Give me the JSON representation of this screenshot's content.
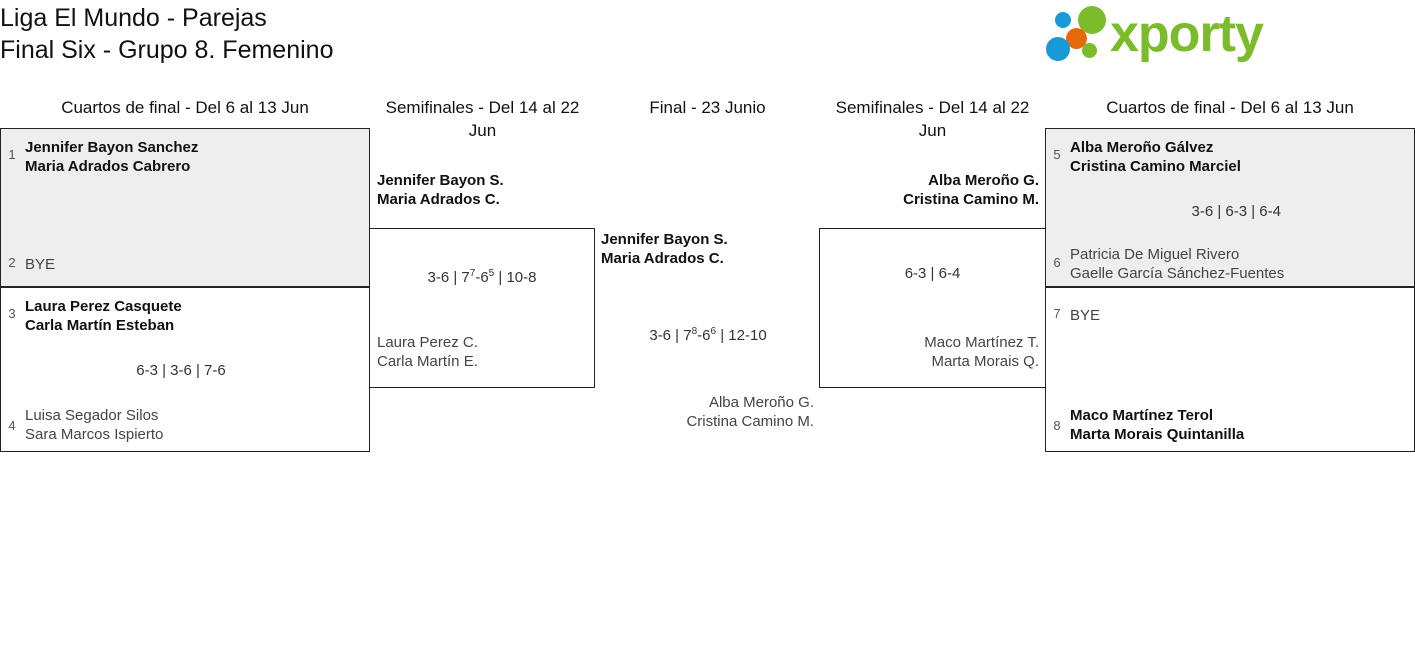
{
  "header": {
    "title": "Liga El Mundo - Parejas\nFinal Six - Grupo 8. Femenino",
    "logo_text": "xporty",
    "logo_colors": {
      "green": "#7cbb2b",
      "blue": "#189ad6",
      "orange": "#e8690b"
    }
  },
  "rounds": [
    {
      "id": "qf-left",
      "label": "Cuartos de final - Del 6 al 13 Jun"
    },
    {
      "id": "sf-left",
      "label": "Semifinales - Del 14 al 22 Jun"
    },
    {
      "id": "final",
      "label": "Final - 23 Junio"
    },
    {
      "id": "sf-right",
      "label": "Semifinales - Del 14 al 22 Jun"
    },
    {
      "id": "qf-right",
      "label": "Cuartos de final - Del 6 al 13 Jun"
    }
  ],
  "matches": {
    "qf_left_1": {
      "seed_top": "1",
      "team_top": "Jennifer Bayon Sanchez\nMaria Adrados Cabrero",
      "seed_bottom": "2",
      "team_bottom": "BYE",
      "score": ""
    },
    "qf_left_2": {
      "seed_top": "3",
      "team_top": "Laura Perez Casquete\nCarla Martín Esteban",
      "seed_bottom": "4",
      "team_bottom": "Luisa Segador Silos\nSara Marcos Ispierto",
      "score": "6-3 | 3-6 | 7-6"
    },
    "sf_left": {
      "team_top": "Jennifer Bayon S.\nMaria Adrados C.",
      "team_bottom": "Laura Perez C.\nCarla Martín E.",
      "score_pre": "3-6 | 7",
      "score_sup1": "7",
      "score_mid": "-6",
      "score_sup2": "5",
      "score_post": " | 10-8"
    },
    "final": {
      "team_top": "Jennifer Bayon S.\nMaria Adrados C.",
      "team_bottom": "Alba Meroño G.\nCristina Camino M.",
      "score_pre": "3-6 | 7",
      "score_sup1": "8",
      "score_mid": "-6",
      "score_sup2": "6",
      "score_post": " | 12-10"
    },
    "sf_right": {
      "team_top": "Alba Meroño G.\nCristina Camino M.",
      "team_bottom": "Maco Martínez T.\nMarta Morais Q.",
      "score": "6-3 | 6-4"
    },
    "qf_right_1": {
      "seed_top": "5",
      "team_top": "Alba Meroño Gálvez\nCristina Camino Marciel",
      "seed_bottom": "6",
      "team_bottom": "Patricia De Miguel Rivero\nGaelle García Sánchez-Fuentes",
      "score": "3-6 | 6-3 | 6-4"
    },
    "qf_right_2": {
      "seed_top": "7",
      "team_top": "BYE",
      "seed_bottom": "8",
      "team_bottom": "Maco Martínez Terol\nMarta Morais Quintanilla",
      "score": ""
    }
  }
}
